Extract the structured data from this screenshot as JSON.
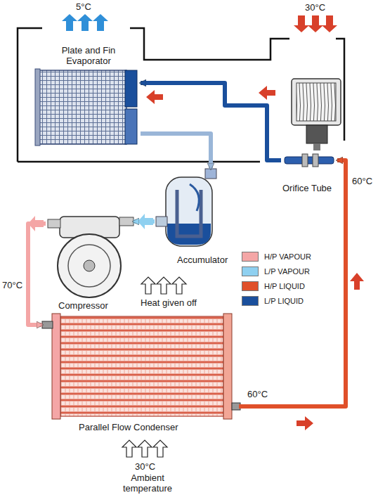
{
  "diagram": {
    "nodes": [
      {
        "text": [
          "Plate and Fin Evaporator"
        ]
      },
      {
        "text": [
          "Orifice Tube"
        ]
      },
      {
        "text": [
          "Accumulator"
        ]
      },
      {
        "text": [
          "Compressor"
        ]
      },
      {
        "text": [
          "Parallel Flow Condenser"
        ]
      }
    ],
    "edges": [
      {
        "from": 3,
        "to": 4,
        "arrow": "to"
      },
      {
        "from": 4,
        "to": 1,
        "arrow": "to"
      },
      {
        "from": 1,
        "to": 0,
        "arrow": "to"
      },
      {
        "from": 0,
        "to": 2,
        "arrow": "to"
      },
      {
        "from": 2,
        "to": 3,
        "arrow": "to"
      }
    ],
    "labels": [
      "5°C",
      "30°C",
      "60°C",
      "70°C",
      "Heat given off",
      "60°C",
      "30°C",
      "Ambient temperature"
    ],
    "legend": [
      {
        "text": "H/P VAPOUR",
        "color": "#f4a6a6"
      },
      {
        "text": "L/P VAPOUR",
        "color": "#8fd0f0"
      },
      {
        "text": "H/P LIQUID",
        "color": "#e0502a"
      },
      {
        "text": "L/P LIQUID",
        "color": "#1a4f9c"
      }
    ]
  }
}
